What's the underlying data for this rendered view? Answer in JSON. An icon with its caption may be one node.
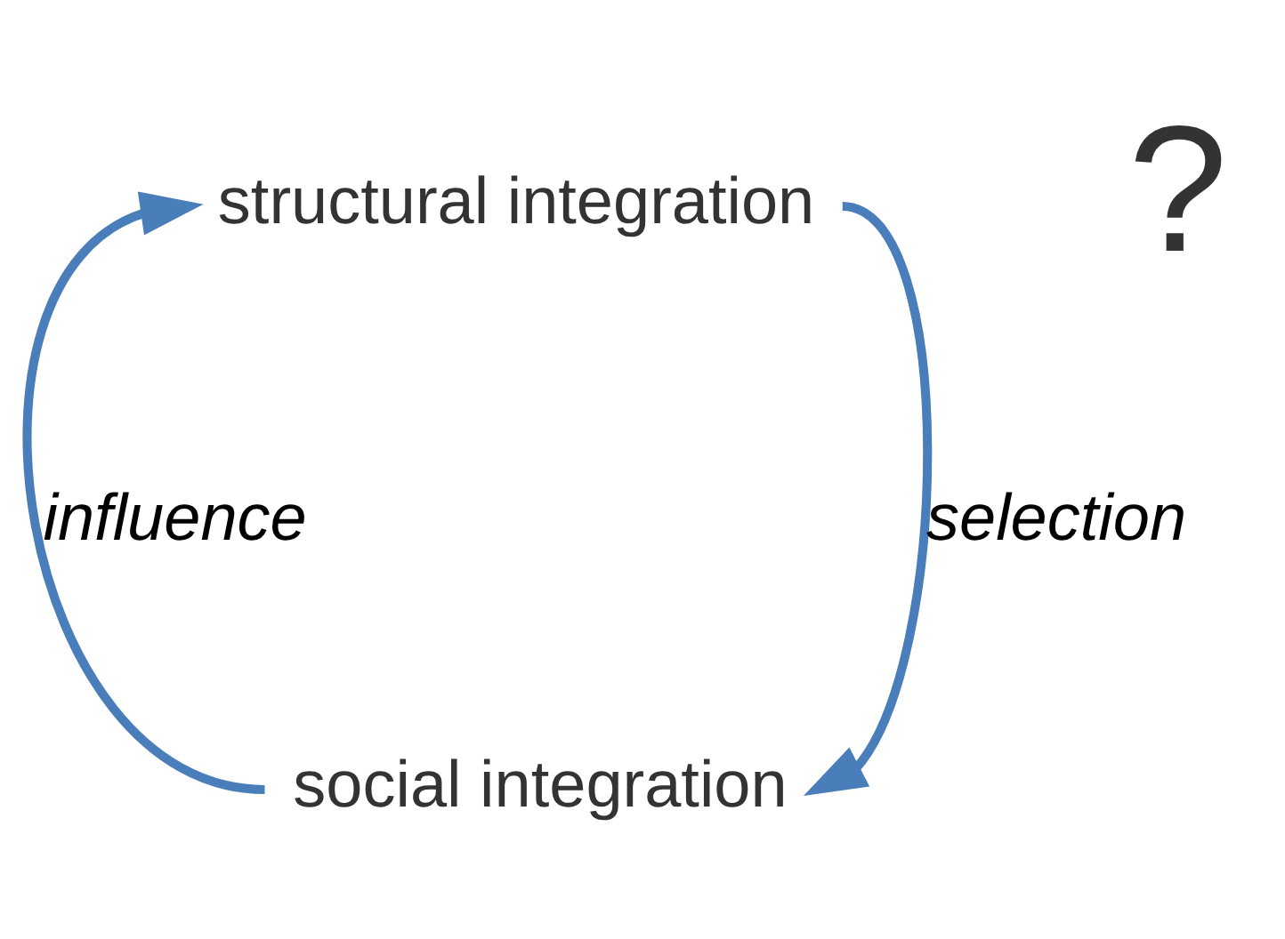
{
  "diagram": {
    "nodes": [
      {
        "text": [
          "structural integration"
        ]
      },
      {
        "text": [
          "social integration"
        ]
      }
    ],
    "edges": [
      {
        "from": 0,
        "to": 1,
        "arrow": "to",
        "label": "selection"
      },
      {
        "from": 1,
        "to": 0,
        "arrow": "to",
        "label": "influence"
      }
    ],
    "labels": [
      "?"
    ]
  }
}
